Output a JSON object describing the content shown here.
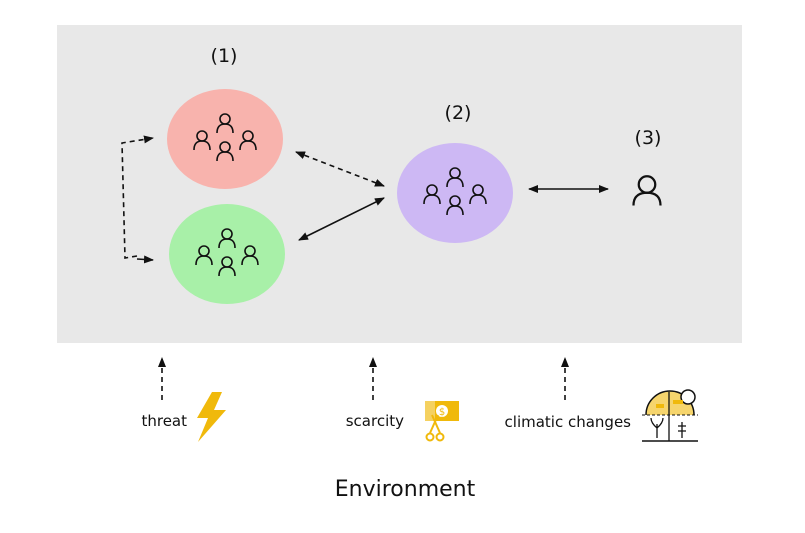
{
  "colors": {
    "panel": "#e8e8e8",
    "group_1_top": "#f8b3ad",
    "group_1_bottom": "#a8f0a8",
    "group_2": "#cdb8f4",
    "icon_gold": "#f0b90b",
    "ink": "#111111"
  },
  "groups": [
    {
      "label": "(1)",
      "icon": "people-group-icon"
    },
    {
      "label": "(2)",
      "icon": "people-group-icon"
    },
    {
      "label": "(3)",
      "icon": "person-icon"
    }
  ],
  "factors": [
    {
      "label": "threat",
      "icon": "lightning-icon"
    },
    {
      "label": "scarcity",
      "icon": "money-cut-icon"
    },
    {
      "label": "climatic changes",
      "icon": "climate-icon"
    }
  ],
  "title": "Environment"
}
